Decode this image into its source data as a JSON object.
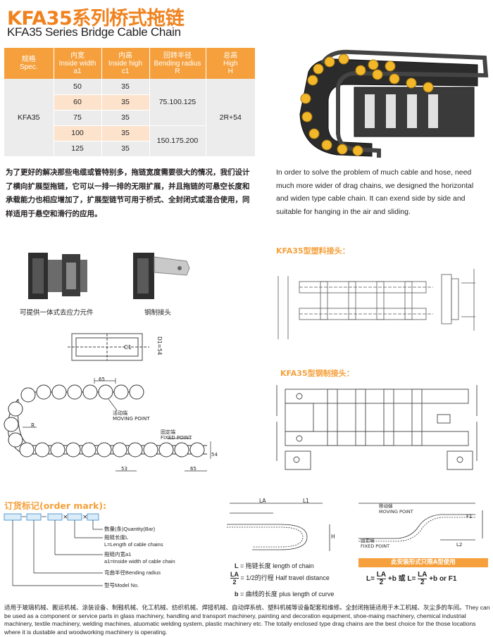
{
  "title_cn": "KFA35系列桥式拖链",
  "title_en": "KFA35 Series Bridge Cable Chain",
  "table": {
    "headers": [
      [
        "规格",
        "Spec."
      ],
      [
        "内宽",
        "Inside width",
        "a1"
      ],
      [
        "内高",
        "Inside high",
        "c1"
      ],
      [
        "回转半径",
        "Bending radius",
        "R"
      ],
      [
        "总高",
        "High",
        "H"
      ]
    ],
    "spec": "KFA35",
    "widths": [
      "50",
      "60",
      "75",
      "100",
      "125"
    ],
    "heights": [
      "35",
      "35",
      "35",
      "35",
      "35"
    ],
    "radius1": "75.100.125",
    "radius2": "150.175.200",
    "total_high": "2R+54"
  },
  "para_cn": "为了更好的解决那些电缆或管特别多，拖链宽度需要很大的情况，我们设计了横向扩展型拖链，它可以一排一排的无限扩展，并且拖链的可悬空长度和承载能力也相应增加了，扩展型链节可用于桥式、全封闭式或混合使用，同样适用于悬空和滑行的应用。",
  "para_en": "In order to solve the problem of much cable and hose, need much more wider of drag chains, we designed the horizontal and widen type cable chain. It can exend side by side and suitable for hanging in the air and sliding.",
  "captions": {
    "integrated": "可提供一体式去应力元件",
    "steel_joint": "钢制接头",
    "plastic_heading": "KFA35型塑料接头：",
    "steel_heading": "KFA35型钢制接头："
  },
  "dims": {
    "d65": "65",
    "d53": "53",
    "d65b": "65",
    "d54": "54",
    "moving_cn": "活动端",
    "moving_en": "MOVING POINT",
    "fixed_cn": "固定端",
    "fixed_en": "FIXED POINT",
    "c1": "C1",
    "h54": "D1=54",
    "r": "R"
  },
  "order": {
    "heading": "订货标记(order mark):",
    "lines": [
      "数量(条)Quantity(Bar)",
      "拖链长度L",
      "L=Length of cable chains",
      "拖链内宽a1",
      "a1=Inside width of cable chain",
      "弯曲半径Bending radius",
      "型号Model No."
    ]
  },
  "formula": {
    "l_label": "L",
    "l_text": "= 拖链长度  length of chain",
    "la_text": "= 1/2的行程  Half travel distance",
    "b_label": "b",
    "b_text": "= 曲线的长度  plus length of curve",
    "la": "LA",
    "two": "2",
    "banner": "此安装形式只限A型使用",
    "final_l": "L=",
    "final_mid": "+b 或 L=",
    "final_end": "+b or F1"
  },
  "diagram_labels": {
    "la": "LA",
    "l1": "L1",
    "h": "H",
    "moving_cn": "移动端",
    "moving_en": "MOVING POINT",
    "fixed_cn": "固定端",
    "fixed_en": "FIXED POINT",
    "l2": "L2",
    "f1": "F1"
  },
  "footer": "适用于玻璃机械、搬运机械、涂装设备、制鞋机械、化工机械、纺织机械、焊接机械、自动焊系统、塑料机械等设备配套和维修。全封闭拖链适用于木工机械、灰尘多的车间。They can be used as a component or service parts in glass machinery, handling and transport machinery, painting and decoration equipment, shoe-maing machinery, chemical industrial machinery, textile machinery, welding machines, atuomatic welding system, plastic machinery etc. The totally enclosed type drag chains are the best choice for the those locations where it is dustable and woodworking machinery is operating.",
  "colors": {
    "accent": "#f5a03c",
    "title": "#f0821e",
    "row_gray": "#ececec",
    "row_peach": "#fde3cc"
  }
}
